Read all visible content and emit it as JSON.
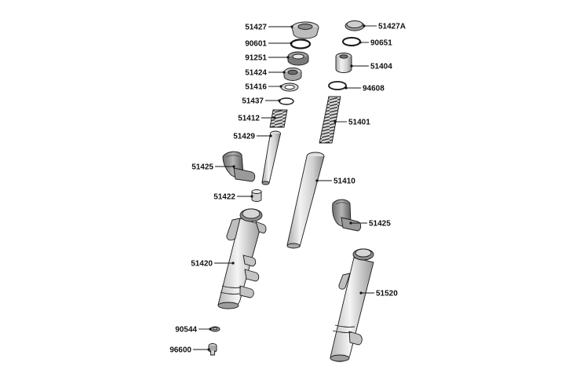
{
  "diagram": {
    "callouts": {
      "c51427": "51427",
      "c90601": "90601",
      "c91251": "91251",
      "c51424": "51424",
      "c51416": "51416",
      "c51437": "51437",
      "c51412": "51412",
      "c51429": "51429",
      "c51425_left": "51425",
      "c51422": "51422",
      "c51420": "51420",
      "c90544": "90544",
      "c96600": "96600",
      "c51427A": "51427A",
      "c90651": "90651",
      "c51404": "51404",
      "c94608": "94608",
      "c51401": "51401",
      "c51410": "51410",
      "c51425_right": "51425",
      "c51520": "51520"
    },
    "colors": {
      "metal_light": "#ececec",
      "metal_mid": "#c8c8c8",
      "metal_dark": "#8a8a8a",
      "outline": "#1a1a1a"
    }
  }
}
